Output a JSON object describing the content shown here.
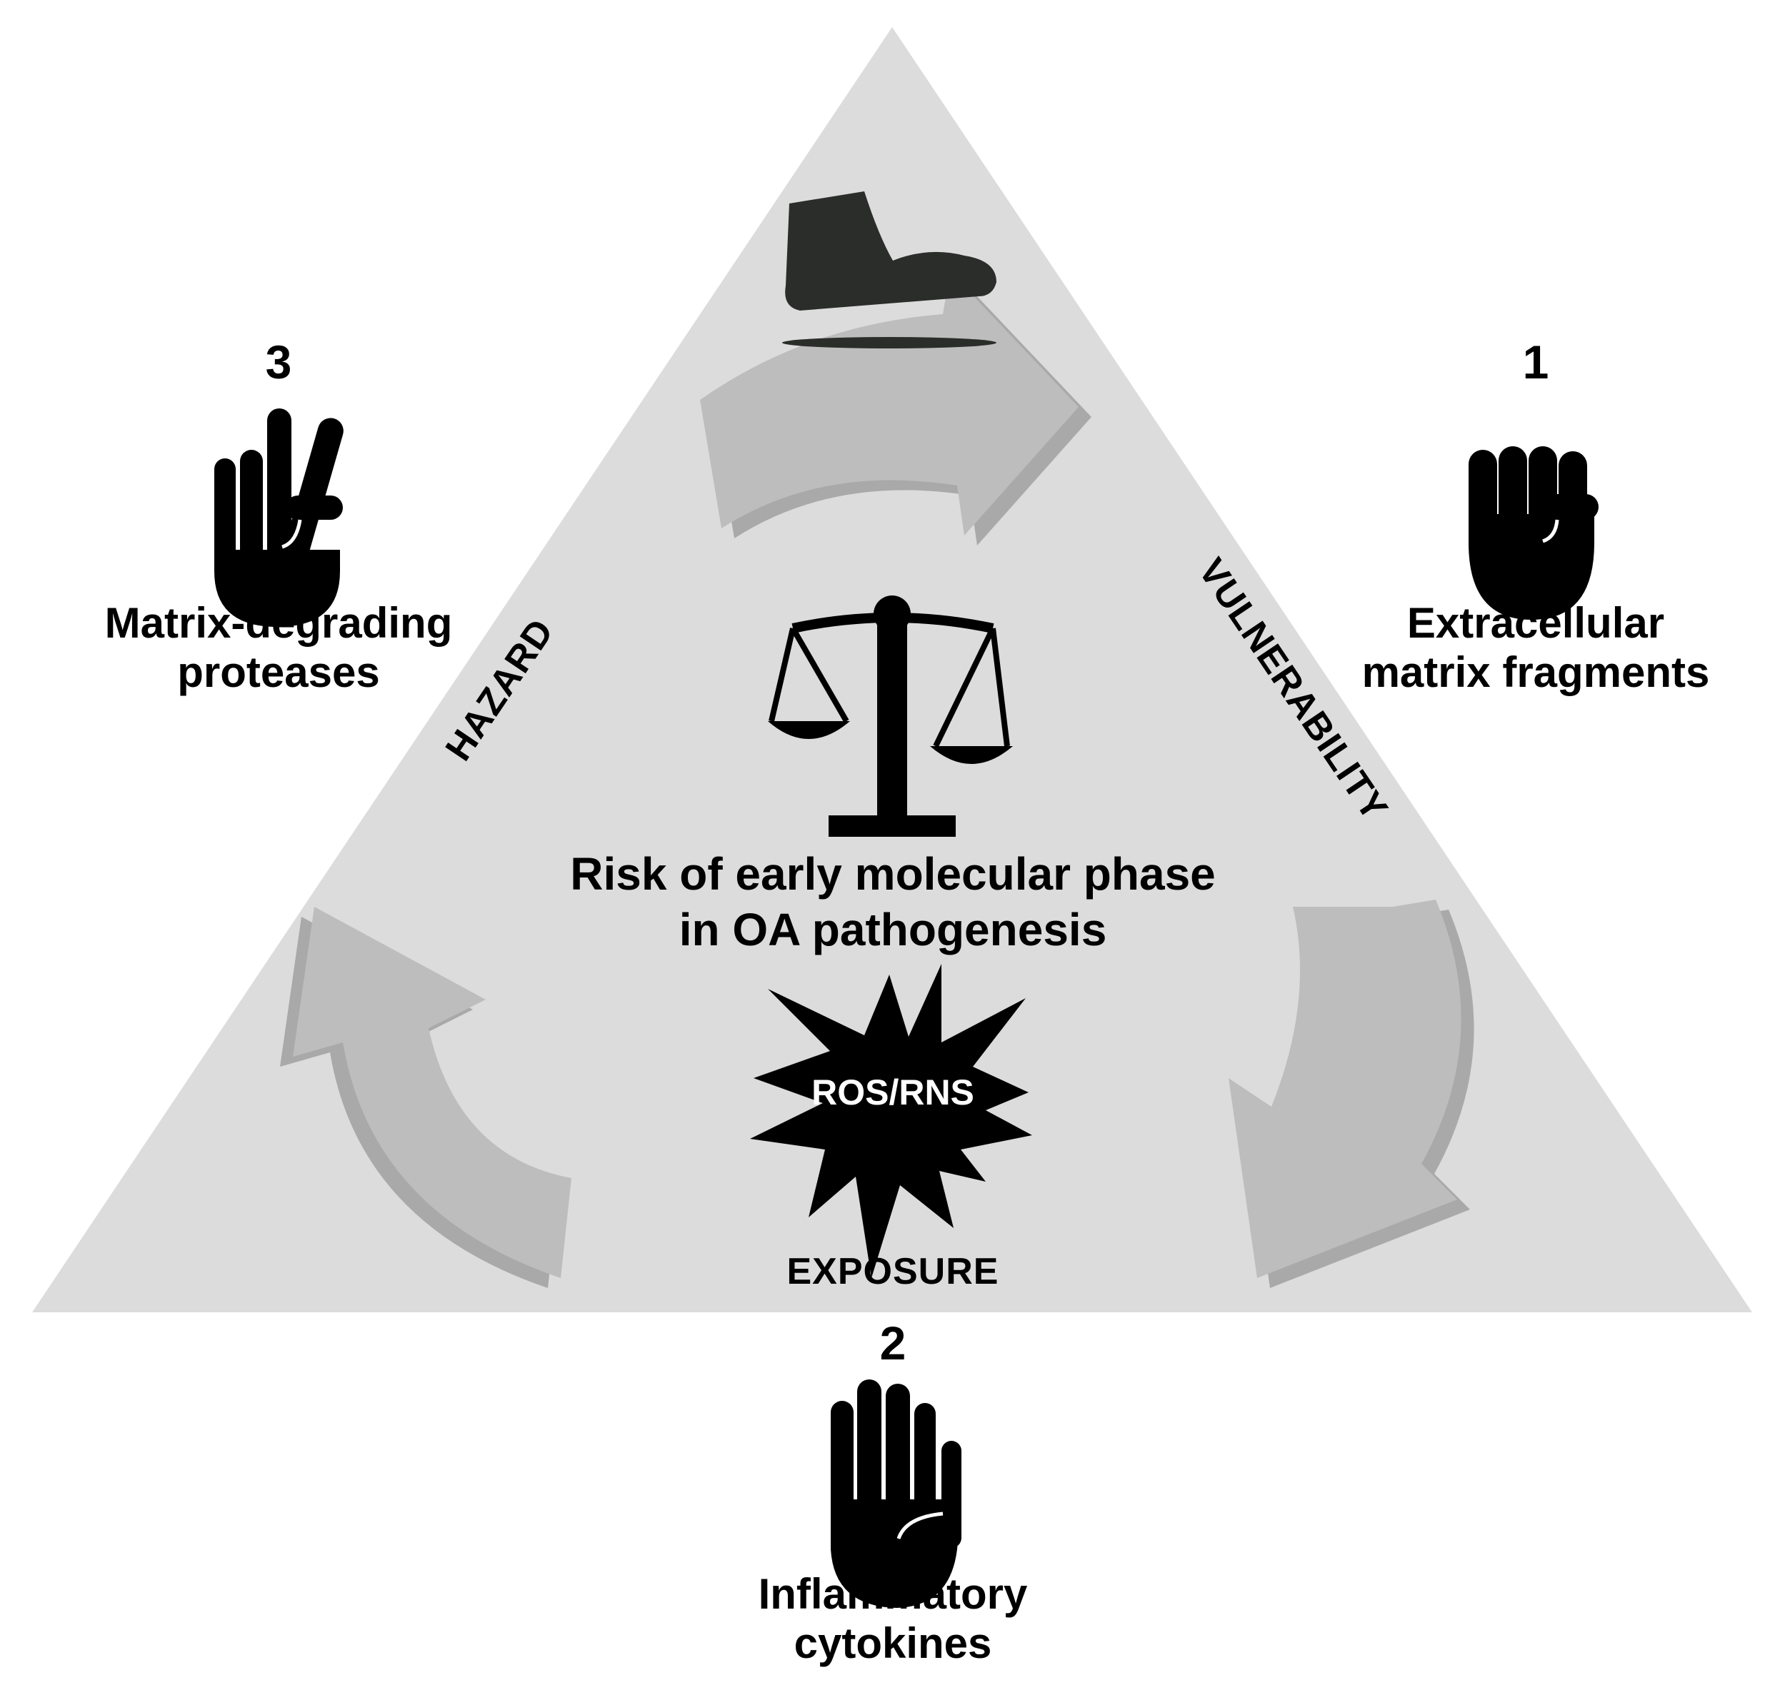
{
  "center": {
    "line1": "Risk of early molecular phase",
    "line2": "in OA pathogenesis",
    "burst_label": "ROS/RNS"
  },
  "sides": {
    "hazard": "HAZARD",
    "vulnerability": "VULNERABILITY",
    "exposure": "EXPOSURE"
  },
  "factors": [
    {
      "number": "1",
      "line1": "Extracellular",
      "line2": "matrix fragments",
      "hand_icon": "fist-icon"
    },
    {
      "number": "2",
      "line1": "Inflammatory",
      "line2": "cytokines",
      "hand_icon": "open-palm-icon"
    },
    {
      "number": "3",
      "line1": "Matrix-degrading",
      "line2": "proteases",
      "hand_icon": "two-fingers-icon"
    }
  ],
  "colors": {
    "triangle_fill": "#dcdcdc",
    "arrow_fill": "#bdbdbd",
    "arrow_shadow": "#a9a9a9",
    "icon": "#000000",
    "foot": "#2b2d2b"
  }
}
